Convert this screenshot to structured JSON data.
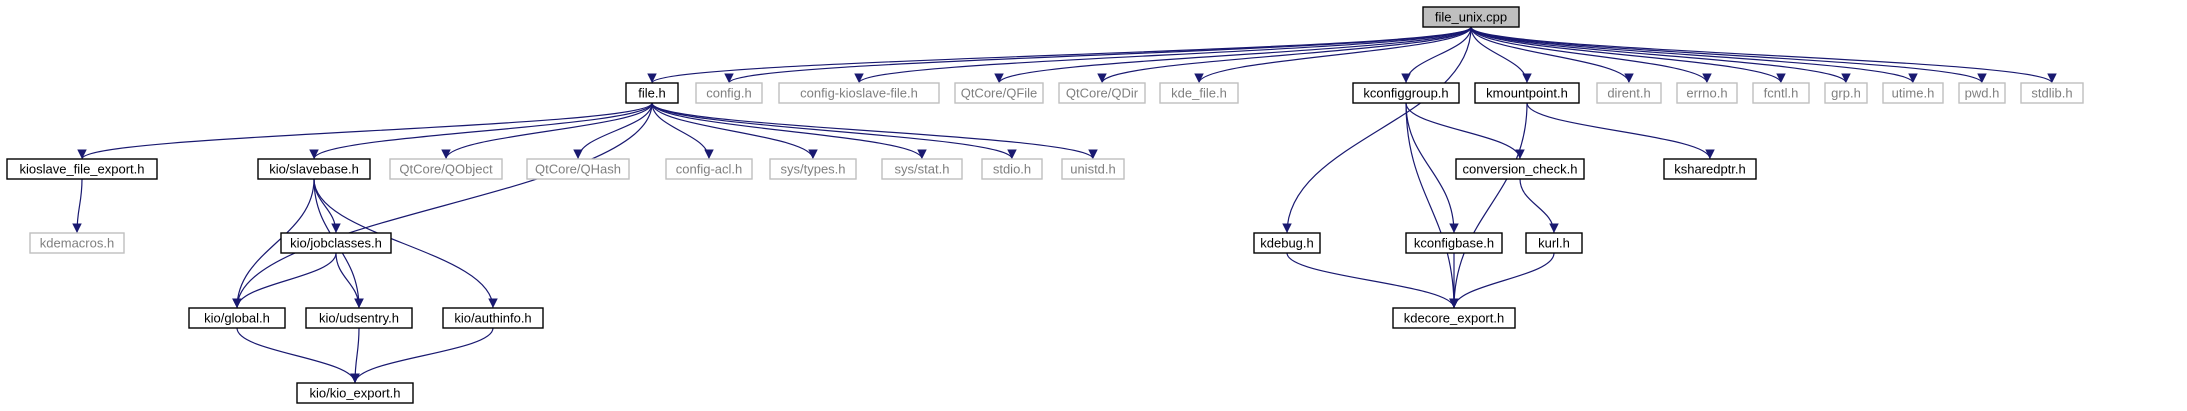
{
  "colors": {
    "edge": "#191970",
    "box_solid": "#000000",
    "box_external": "#bfbfbf",
    "text_solid": "#000000",
    "text_external": "#7f7f7f",
    "root_fill": "#bfbfbf"
  },
  "graph": {
    "nodes": [
      {
        "id": "file_unix",
        "label": "file_unix.cpp",
        "kind": "root"
      },
      {
        "id": "file_h",
        "label": "file.h",
        "kind": "solid"
      },
      {
        "id": "config_h",
        "label": "config.h",
        "kind": "external"
      },
      {
        "id": "config_kioslave",
        "label": "config-kioslave-file.h",
        "kind": "external"
      },
      {
        "id": "qfile",
        "label": "QtCore/QFile",
        "kind": "external"
      },
      {
        "id": "qdir",
        "label": "QtCore/QDir",
        "kind": "external"
      },
      {
        "id": "kde_file",
        "label": "kde_file.h",
        "kind": "external"
      },
      {
        "id": "kconfiggroup",
        "label": "kconfiggroup.h",
        "kind": "solid"
      },
      {
        "id": "kmountpoint",
        "label": "kmountpoint.h",
        "kind": "solid"
      },
      {
        "id": "dirent",
        "label": "dirent.h",
        "kind": "external"
      },
      {
        "id": "errno",
        "label": "errno.h",
        "kind": "external"
      },
      {
        "id": "fcntl",
        "label": "fcntl.h",
        "kind": "external"
      },
      {
        "id": "grp",
        "label": "grp.h",
        "kind": "external"
      },
      {
        "id": "utime",
        "label": "utime.h",
        "kind": "external"
      },
      {
        "id": "pwd",
        "label": "pwd.h",
        "kind": "external"
      },
      {
        "id": "stdlib",
        "label": "stdlib.h",
        "kind": "external"
      },
      {
        "id": "kioslave_export",
        "label": "kioslave_file_export.h",
        "kind": "solid"
      },
      {
        "id": "slavebase",
        "label": "kio/slavebase.h",
        "kind": "solid"
      },
      {
        "id": "qobject",
        "label": "QtCore/QObject",
        "kind": "external"
      },
      {
        "id": "qhash",
        "label": "QtCore/QHash",
        "kind": "external"
      },
      {
        "id": "config_acl",
        "label": "config-acl.h",
        "kind": "external"
      },
      {
        "id": "sys_types",
        "label": "sys/types.h",
        "kind": "external"
      },
      {
        "id": "sys_stat",
        "label": "sys/stat.h",
        "kind": "external"
      },
      {
        "id": "stdio",
        "label": "stdio.h",
        "kind": "external"
      },
      {
        "id": "unistd",
        "label": "unistd.h",
        "kind": "external"
      },
      {
        "id": "conversion_check",
        "label": "conversion_check.h",
        "kind": "solid"
      },
      {
        "id": "ksharedptr",
        "label": "ksharedptr.h",
        "kind": "solid"
      },
      {
        "id": "kdemacros",
        "label": "kdemacros.h",
        "kind": "external"
      },
      {
        "id": "jobclasses",
        "label": "kio/jobclasses.h",
        "kind": "solid"
      },
      {
        "id": "kdebug",
        "label": "kdebug.h",
        "kind": "solid"
      },
      {
        "id": "kconfigbase",
        "label": "kconfigbase.h",
        "kind": "solid"
      },
      {
        "id": "kurl",
        "label": "kurl.h",
        "kind": "solid"
      },
      {
        "id": "kio_global",
        "label": "kio/global.h",
        "kind": "solid"
      },
      {
        "id": "udsentry",
        "label": "kio/udsentry.h",
        "kind": "solid"
      },
      {
        "id": "authinfo",
        "label": "kio/authinfo.h",
        "kind": "solid"
      },
      {
        "id": "kdecore_export",
        "label": "kdecore_export.h",
        "kind": "solid"
      },
      {
        "id": "kio_export",
        "label": "kio/kio_export.h",
        "kind": "solid"
      }
    ],
    "edges": [
      [
        "file_unix",
        "file_h"
      ],
      [
        "file_unix",
        "config_h"
      ],
      [
        "file_unix",
        "config_kioslave"
      ],
      [
        "file_unix",
        "qfile"
      ],
      [
        "file_unix",
        "qdir"
      ],
      [
        "file_unix",
        "kde_file"
      ],
      [
        "file_unix",
        "kconfiggroup"
      ],
      [
        "file_unix",
        "kmountpoint"
      ],
      [
        "file_unix",
        "dirent"
      ],
      [
        "file_unix",
        "errno"
      ],
      [
        "file_unix",
        "fcntl"
      ],
      [
        "file_unix",
        "grp"
      ],
      [
        "file_unix",
        "utime"
      ],
      [
        "file_unix",
        "pwd"
      ],
      [
        "file_unix",
        "stdlib"
      ],
      [
        "file_unix",
        "kdebug"
      ],
      [
        "file_h",
        "kioslave_export"
      ],
      [
        "file_h",
        "slavebase"
      ],
      [
        "file_h",
        "qobject"
      ],
      [
        "file_h",
        "qhash"
      ],
      [
        "file_h",
        "config_acl"
      ],
      [
        "file_h",
        "sys_types"
      ],
      [
        "file_h",
        "sys_stat"
      ],
      [
        "file_h",
        "stdio"
      ],
      [
        "file_h",
        "unistd"
      ],
      [
        "file_h",
        "kio_global"
      ],
      [
        "kioslave_export",
        "kdemacros"
      ],
      [
        "slavebase",
        "jobclasses"
      ],
      [
        "slavebase",
        "kio_global"
      ],
      [
        "slavebase",
        "udsentry"
      ],
      [
        "slavebase",
        "authinfo"
      ],
      [
        "jobclasses",
        "kio_global"
      ],
      [
        "jobclasses",
        "udsentry"
      ],
      [
        "kio_global",
        "kio_export"
      ],
      [
        "udsentry",
        "kio_export"
      ],
      [
        "authinfo",
        "kio_export"
      ],
      [
        "kconfiggroup",
        "conversion_check"
      ],
      [
        "kconfiggroup",
        "kconfigbase"
      ],
      [
        "kconfiggroup",
        "kdecore_export"
      ],
      [
        "conversion_check",
        "kurl"
      ],
      [
        "kurl",
        "kdecore_export"
      ],
      [
        "kconfigbase",
        "kdecore_export"
      ],
      [
        "kdebug",
        "kdecore_export"
      ],
      [
        "kmountpoint",
        "ksharedptr"
      ],
      [
        "kmountpoint",
        "kdecore_export"
      ]
    ]
  }
}
